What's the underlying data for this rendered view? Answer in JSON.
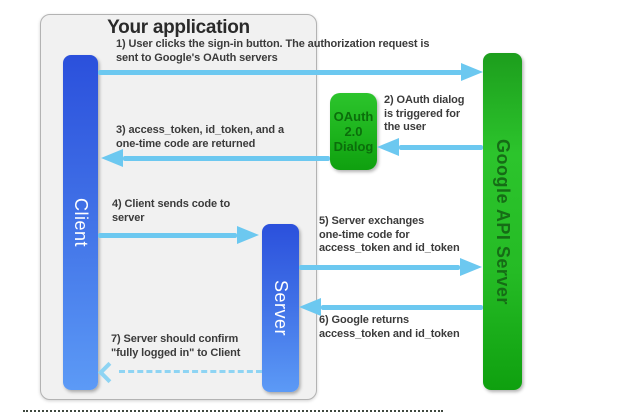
{
  "diagram": {
    "title": "Your application",
    "nodes": {
      "client": {
        "label": "Client"
      },
      "server": {
        "label": "Server"
      },
      "oauth_dialog": {
        "label": "OAuth\n2.0\nDialog"
      },
      "google": {
        "label": "Google API Server"
      }
    },
    "steps": [
      {
        "id": 1,
        "from": "client",
        "to": "google",
        "direction": "right",
        "style": "solid",
        "label": "1) User clicks the sign-in button. The authorization request is\nsent to Google's OAuth servers"
      },
      {
        "id": 2,
        "from": "google",
        "to": "oauth_dialog",
        "direction": "left",
        "style": "solid",
        "label": "2) OAuth dialog\nis triggered for\nthe user"
      },
      {
        "id": 3,
        "from": "oauth_dialog",
        "to": "client",
        "direction": "left",
        "style": "solid",
        "label": "3) access_token, id_token, and a\none-time code are returned"
      },
      {
        "id": 4,
        "from": "client",
        "to": "server",
        "direction": "right",
        "style": "solid",
        "label": "4) Client sends code to\nserver"
      },
      {
        "id": 5,
        "from": "server",
        "to": "google",
        "direction": "right",
        "style": "solid",
        "label": "5) Server exchanges\none-time code for\naccess_token and id_token"
      },
      {
        "id": 6,
        "from": "google",
        "to": "server",
        "direction": "left",
        "style": "solid",
        "label": "6) Google returns\naccess_token and id_token"
      },
      {
        "id": 7,
        "from": "server",
        "to": "client",
        "direction": "left",
        "style": "dashed",
        "label": "7) Server should confirm\n\"fully logged in\" to Client"
      }
    ],
    "colors": {
      "arrow": "#6cc8f0",
      "arrow_dashed": "#8ed4f3",
      "blue_bar_top": "#2b50dc",
      "blue_bar_bottom": "#5c9af6",
      "green_bright": "#2cc42c",
      "green_dark": "#0fa00f",
      "container_fill": "#f1f1f1",
      "step_text": "#3b3b3b",
      "oauth_text": "#0b6e0b",
      "google_label_text": "#166c16"
    }
  }
}
